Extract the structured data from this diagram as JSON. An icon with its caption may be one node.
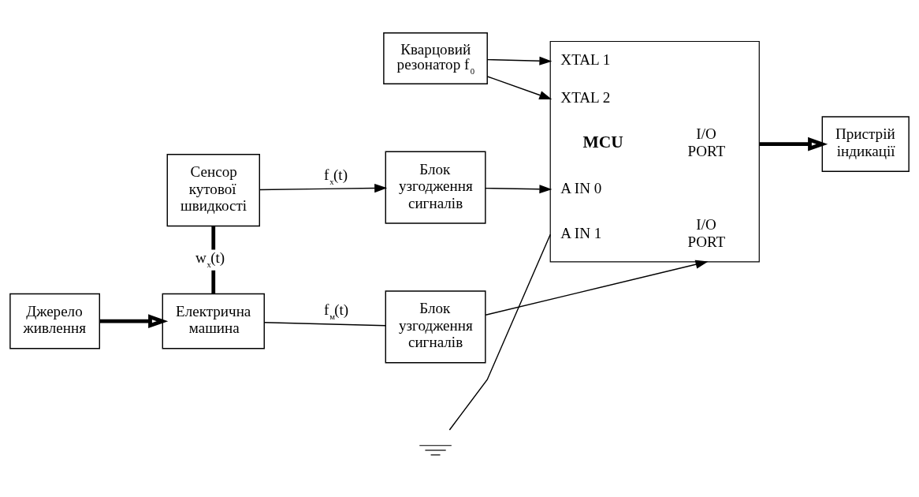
{
  "diagram": {
    "nodes": [
      {
        "text": [
          "Кварцовий резонатор f$_{0}$"
        ]
      },
      {
        "text": [
          "XTAL 1",
          "XTAL 2",
          "MCU",
          "I/O PORT",
          "A IN 0",
          "A IN 1",
          "I/O PORT"
        ]
      },
      {
        "text": [
          "Пристрій індикації"
        ]
      },
      {
        "text": [
          "Сенсор кутової швидкості"
        ]
      },
      {
        "text": [
          "Блок узгодження сигналів"
        ]
      },
      {
        "text": [
          "Електрична машина"
        ]
      },
      {
        "text": [
          "Блок узгодження сигналів"
        ]
      },
      {
        "text": [
          "Джерело живлення"
        ]
      },
      {
        "text": [],
        "shape": "ground"
      }
    ],
    "edges": [
      {
        "from": 0,
        "to": 1,
        "arrow": "to"
      },
      {
        "from": 0,
        "to": 1,
        "arrow": "to"
      },
      {
        "from": 1,
        "to": 2,
        "arrow": "to",
        "style": "thick"
      },
      {
        "from": 3,
        "to": 4,
        "arrow": "to",
        "label": "f$_{x}$(t)"
      },
      {
        "from": 4,
        "to": 1,
        "arrow": "to"
      },
      {
        "from": 8,
        "to": 1,
        "arrow": "none"
      },
      {
        "from": 3,
        "to": 5,
        "arrow": "none",
        "style": "thick",
        "label": "w$_{x}$(t)"
      },
      {
        "from": 7,
        "to": 5,
        "arrow": "to",
        "style": "thick"
      },
      {
        "from": 5,
        "to": 6,
        "arrow": "none",
        "label": "f$_{м}$(t)"
      },
      {
        "from": 6,
        "to": 1,
        "arrow": "to"
      }
    ]
  }
}
